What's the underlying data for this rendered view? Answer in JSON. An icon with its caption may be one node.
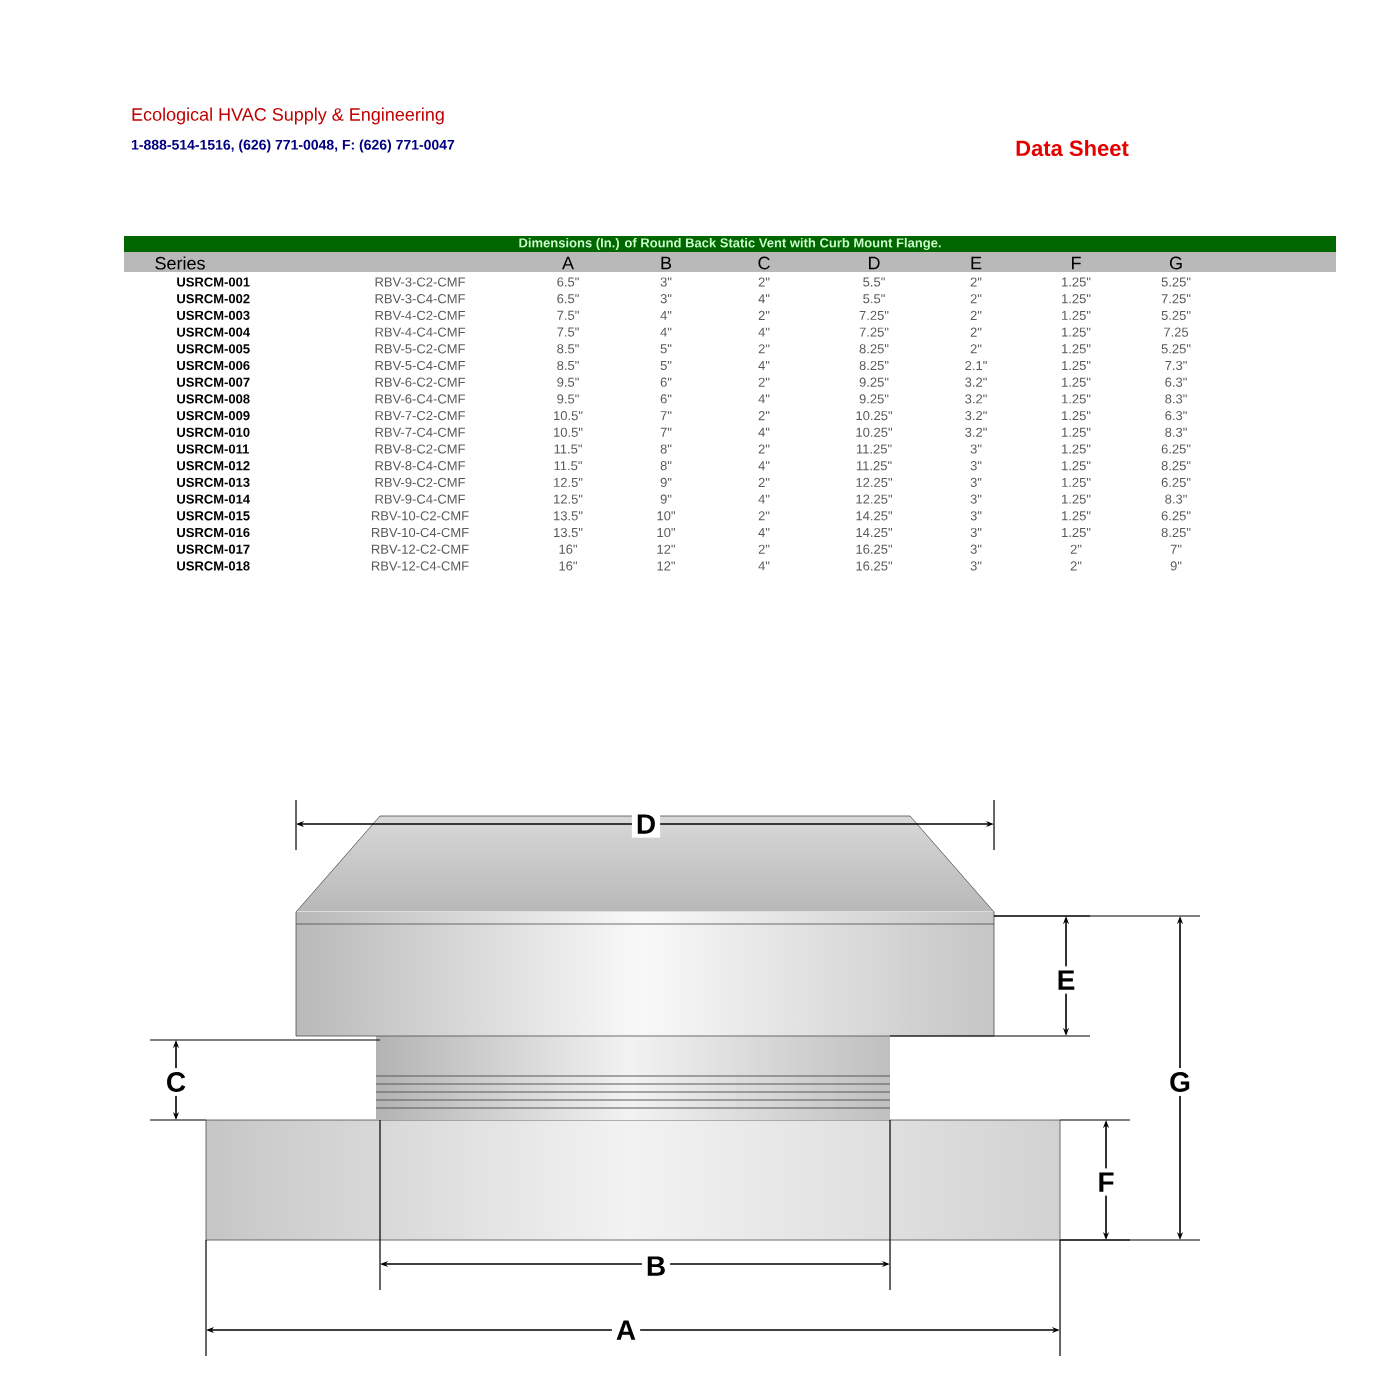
{
  "diagram": {
    "title": "Data Sheet",
    "labels": [
      "Ecological HVAC Supply & Engineering",
      "1-888-514-1516, (626) 771-0048, F: (626) 771-0047",
      "Dimensions (In.) of Round Back Static Vent with Curb Mount Flange.",
      "Series",
      "A",
      "B",
      "C",
      "D",
      "E",
      "F",
      "G",
      "USRCM-001",
      "RBV-3-C2-CMF",
      "6.5\"",
      "3\"",
      "2\"",
      "5.5\"",
      "2\"",
      "1.25\"",
      "5.25\"",
      "USRCM-002",
      "RBV-3-C4-CMF",
      "6.5\"",
      "3\"",
      "4\"",
      "5.5\"",
      "2\"",
      "1.25\"",
      "7.25\"",
      "USRCM-003",
      "RBV-4-C2-CMF",
      "7.5\"",
      "4\"",
      "2\"",
      "7.25\"",
      "2\"",
      "1.25\"",
      "5.25\"",
      "USRCM-004",
      "RBV-4-C4-CMF",
      "7.5\"",
      "4\"",
      "4\"",
      "7.25\"",
      "2\"",
      "1.25\"",
      "7.25",
      "USRCM-005",
      "RBV-5-C2-CMF",
      "8.5\"",
      "5\"",
      "2\"",
      "8.25\"",
      "2\"",
      "1.25\"",
      "5.25\"",
      "USRCM-006",
      "RBV-5-C4-CMF",
      "8.5\"",
      "5\"",
      "4\"",
      "8.25\"",
      "2.1\"",
      "1.25\"",
      "7.3\"",
      "USRCM-007",
      "RBV-6-C2-CMF",
      "9.5\"",
      "6\"",
      "2\"",
      "9.25\"",
      "3.2\"",
      "1.25\"",
      "6.3\"",
      "USRCM-008",
      "RBV-6-C4-CMF",
      "9.5\"",
      "6\"",
      "4\"",
      "9.25\"",
      "3.2\"",
      "1.25\"",
      "8.3\"",
      "USRCM-009",
      "RBV-7-C2-CMF",
      "10.5\"",
      "7\"",
      "2\"",
      "10.25\"",
      "3.2\"",
      "1.25\"",
      "6.3\"",
      "USRCM-010",
      "RBV-7-C4-CMF",
      "10.5\"",
      "7\"",
      "4\"",
      "10.25\"",
      "3.2\"",
      "1.25\"",
      "8.3\"",
      "USRCM-011",
      "RBV-8-C2-CMF",
      "11.5\"",
      "8\"",
      "2\"",
      "11.25\"",
      "3\"",
      "1.25\"",
      "6.25\"",
      "USRCM-012",
      "RBV-8-C4-CMF",
      "11.5\"",
      "8\"",
      "4\"",
      "11.25\"",
      "3\"",
      "1.25\"",
      "8.25\"",
      "USRCM-013",
      "RBV-9-C2-CMF",
      "12.5\"",
      "9\"",
      "2\"",
      "12.25\"",
      "3\"",
      "1.25\"",
      "6.25\"",
      "USRCM-014",
      "RBV-9-C4-CMF",
      "12.5\"",
      "9\"",
      "4\"",
      "12.25\"",
      "3\"",
      "1.25\"",
      "8.3\"",
      "USRCM-015",
      "RBV-10-C2-CMF",
      "13.5\"",
      "10\"",
      "2\"",
      "14.25\"",
      "3\"",
      "1.25\"",
      "6.25\"",
      "USRCM-016",
      "RBV-10-C4-CMF",
      "13.5\"",
      "10\"",
      "4\"",
      "14.25\"",
      "3\"",
      "1.25\"",
      "8.25\"",
      "USRCM-017",
      "RBV-12-C2-CMF",
      "16\"",
      "12\"",
      "2\"",
      "16.25\"",
      "3\"",
      "2\"",
      "7\"",
      "USRCM-018",
      "RBV-12-C4-CMF",
      "16\"",
      "12\"",
      "4\"",
      "16.25\"",
      "3\"",
      "2\"",
      "9\"",
      "D",
      "E",
      "C",
      "G",
      "F",
      "B",
      "A"
    ]
  }
}
